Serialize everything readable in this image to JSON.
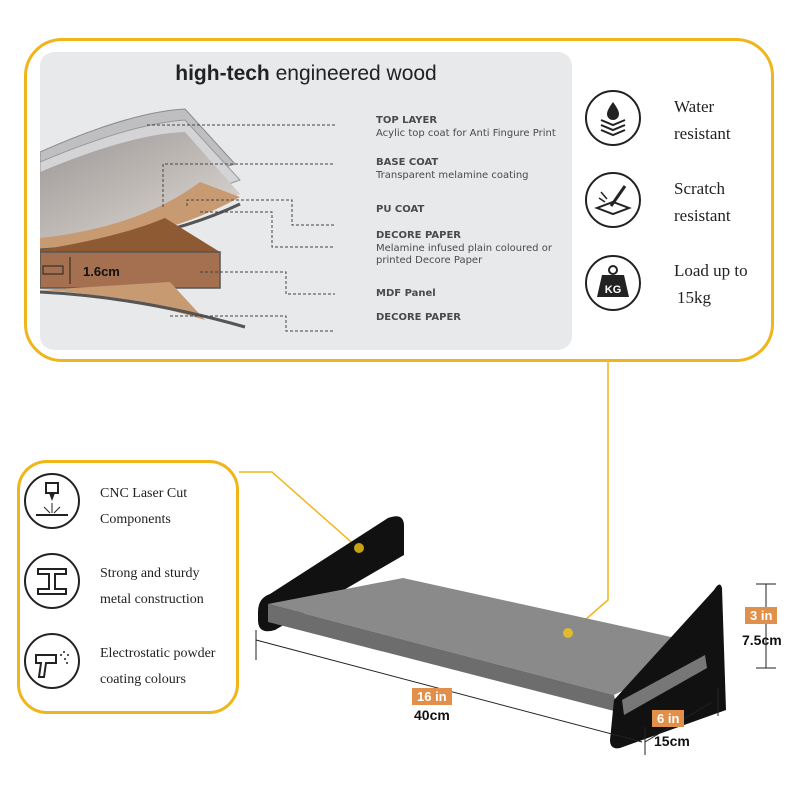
{
  "heading": {
    "bold": "high-tech",
    "rest": " engineered wood"
  },
  "thickness": "1.6cm",
  "layers": [
    {
      "title": "TOP LAYER",
      "desc": "Acylic top coat for Anti Fingure Print"
    },
    {
      "title": "BASE COAT",
      "desc": "Transparent melamine coating"
    },
    {
      "title": "PU COAT",
      "desc": ""
    },
    {
      "title": "DECORE PAPER",
      "desc": "Melamine infused plain coloured or printed Decore Paper"
    },
    {
      "title": "MDF Panel",
      "desc": ""
    },
    {
      "title": "DECORE PAPER",
      "desc": ""
    }
  ],
  "features_right": [
    {
      "icon": "water-drop-icon",
      "line1": "Water",
      "line2": "resistant"
    },
    {
      "icon": "scratch-icon",
      "line1": "Scratch",
      "line2": "resistant"
    },
    {
      "icon": "weight-kg-icon",
      "line1": "Load up to",
      "line2": "15kg",
      "icon_text": "KG"
    }
  ],
  "features_left": [
    {
      "icon": "laser-cut-icon",
      "line1": "CNC Laser Cut",
      "line2": "Components"
    },
    {
      "icon": "steel-beam-icon",
      "line1": "Strong and sturdy",
      "line2": "metal construction"
    },
    {
      "icon": "spray-gun-icon",
      "line1": "Electrostatic powder",
      "line2": "coating colours"
    }
  ],
  "dimensions": {
    "length": {
      "in": "16 in",
      "cm": "40cm"
    },
    "depth": {
      "in": "6 in",
      "cm": "15cm"
    },
    "height": {
      "in": "3 in",
      "cm": "7.5cm"
    }
  },
  "colors": {
    "accent": "#f0b51a",
    "tag": "#e0904a",
    "panel": "#e8e9eb"
  }
}
